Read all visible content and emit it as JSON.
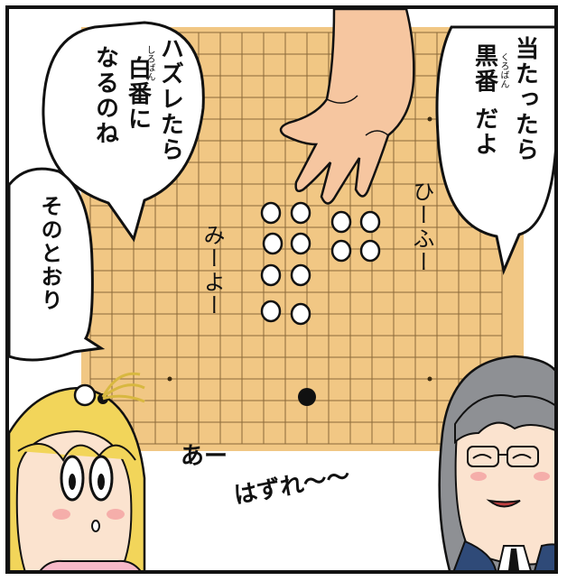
{
  "speech": {
    "left_top": {
      "line1": "ハズレたら",
      "line2": "白番に",
      "line3": "なるのね",
      "ruby": "しろばん"
    },
    "right_top": {
      "line1": "当たったら",
      "line2": "黒番",
      "line3": "だよ",
      "ruby": "くろばん"
    },
    "left_mid": {
      "text": "そのとおり"
    }
  },
  "sfx": {
    "counting_right": "ひーふー",
    "counting_left": "みーよー",
    "groan": "あー",
    "miss": "はずれ〜〜"
  },
  "colors": {
    "board": "#f1c784",
    "grid": "#8a6a3a",
    "skin": "#f6c6a0",
    "blonde_hair": "#f2d55a",
    "gray_hair": "#8e9094",
    "suit": "#2f4a78",
    "cheek": "#f4a0a0"
  }
}
